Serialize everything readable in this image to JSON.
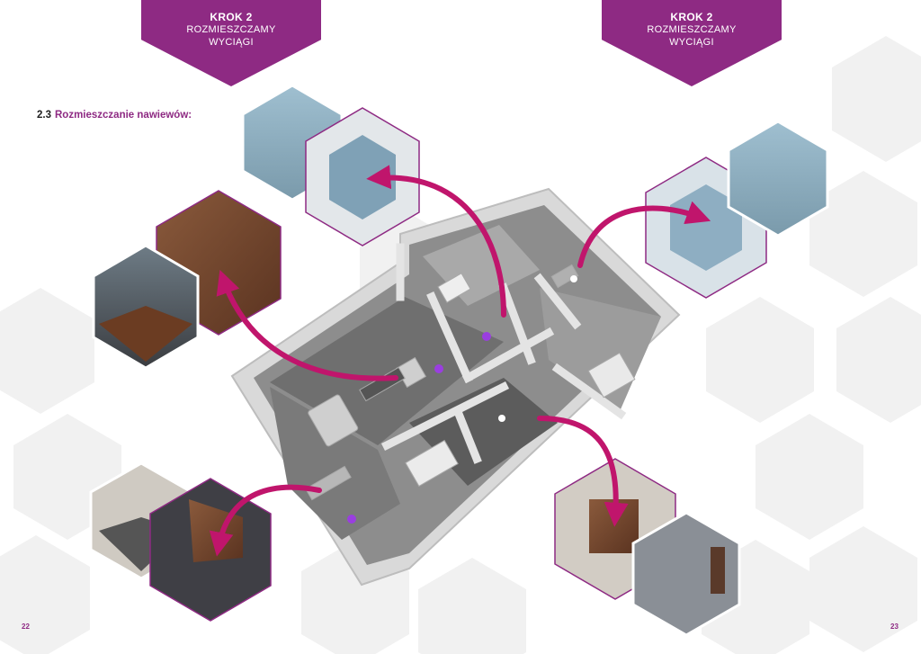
{
  "banners": {
    "left": {
      "step": "KROK 2",
      "line1": "ROZMIESZCZAMY",
      "line2": "WYCIĄGI"
    },
    "right": {
      "step": "KROK 2",
      "line1": "ROZMIESZCZAMY",
      "line2": "WYCIĄGI"
    }
  },
  "section": {
    "number": "2.3",
    "title": "Rozmieszczanie nawiewów:"
  },
  "pages": {
    "left": "22",
    "right": "23"
  },
  "colors": {
    "accent": "#8e2a83",
    "arrow": "#c0156c",
    "vent": "#9a3ee0",
    "hex_outline": "#8e2a83",
    "hex_background": "#ebebeb"
  }
}
